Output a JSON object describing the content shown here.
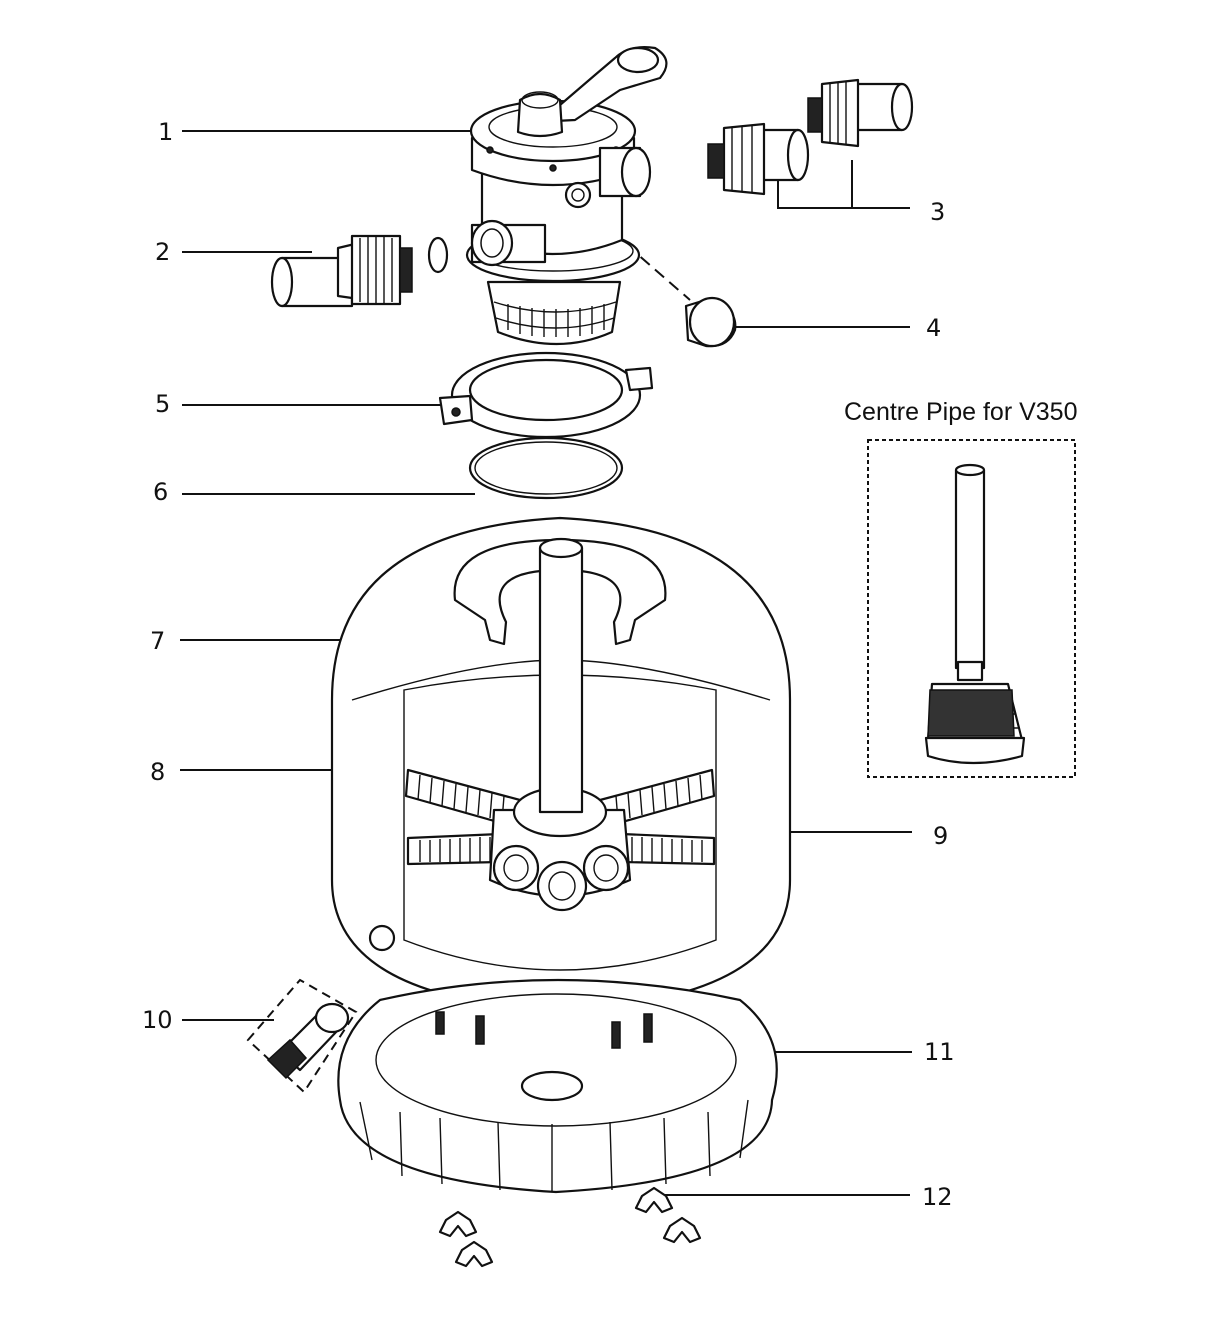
{
  "callouts": [
    "1",
    "2",
    "3",
    "4",
    "5",
    "6",
    "7",
    "8",
    "9",
    "10",
    "11",
    "12"
  ],
  "inset": {
    "caption": "Centre Pipe for V350"
  },
  "colors": {
    "line": "#111111",
    "background": "#ffffff"
  }
}
